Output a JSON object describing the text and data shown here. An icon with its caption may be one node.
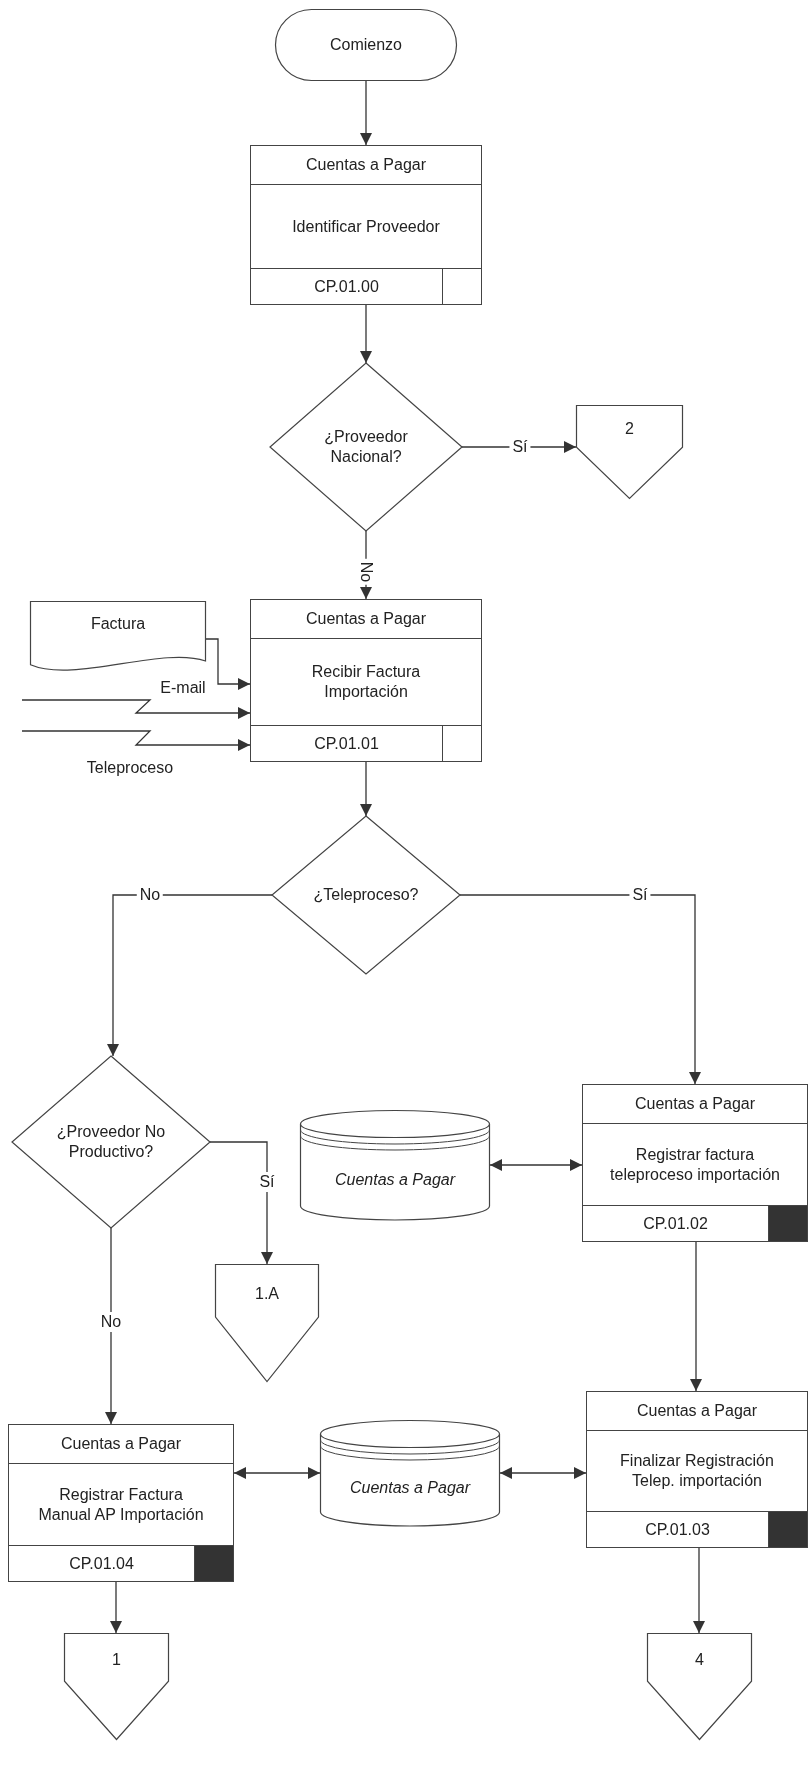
{
  "diagram": {
    "nodes": [
      {
        "text": [
          "Comienzo"
        ]
      },
      {
        "text": [
          "Cuentas a Pagar",
          "Identificar Proveedor",
          "CP.01.00"
        ]
      },
      {
        "text": [
          "¿Proveedor Nacional?"
        ]
      },
      {
        "text": [
          "2"
        ]
      },
      {
        "text": [
          "Factura"
        ]
      },
      {
        "text": [
          "Cuentas a Pagar",
          "Recibir Factura Importación",
          "CP.01.01"
        ]
      },
      {
        "text": [
          "¿Teleproceso?"
        ]
      },
      {
        "text": [
          "¿Proveedor No Productivo?"
        ]
      },
      {
        "text": [
          "Cuentas a Pagar",
          "Registrar factura teleproceso importación",
          "CP.01.02"
        ]
      },
      {
        "text": [
          "Cuentas a Pagar"
        ]
      },
      {
        "text": [
          "1.A"
        ]
      },
      {
        "text": [
          "Cuentas a Pagar",
          "Registrar Factura Manual AP Importación",
          "CP.01.04"
        ]
      },
      {
        "text": [
          "Cuentas a Pagar"
        ]
      },
      {
        "text": [
          "Cuentas a Pagar",
          "Finalizar Registración Telep. importación",
          "CP.01.03"
        ]
      },
      {
        "text": [
          "1"
        ]
      },
      {
        "text": [
          "4"
        ]
      }
    ],
    "edges": [
      {
        "from": 0,
        "to": 1,
        "arrow": "to"
      },
      {
        "from": 1,
        "to": 2,
        "arrow": "to"
      },
      {
        "from": 2,
        "to": 3,
        "arrow": "to",
        "label": "Sí"
      },
      {
        "from": 2,
        "to": 5,
        "arrow": "to",
        "label": "No"
      },
      {
        "from": 4,
        "to": 5,
        "arrow": "to"
      },
      {
        "from": null,
        "to": 5,
        "arrow": "to",
        "label": "E-mail"
      },
      {
        "from": null,
        "to": 5,
        "arrow": "to",
        "label": "Teleproceso"
      },
      {
        "from": 5,
        "to": 6,
        "arrow": "to"
      },
      {
        "from": 6,
        "to": 7,
        "arrow": "to",
        "label": "No"
      },
      {
        "from": 6,
        "to": 8,
        "arrow": "to",
        "label": "Sí"
      },
      {
        "from": 7,
        "to": 10,
        "arrow": "to",
        "label": "Sí"
      },
      {
        "from": 7,
        "to": 11,
        "arrow": "to",
        "label": "No"
      },
      {
        "from": 8,
        "to": 9,
        "arrow": "both"
      },
      {
        "from": 11,
        "to": 12,
        "arrow": "both"
      },
      {
        "from": 12,
        "to": 13,
        "arrow": "both"
      },
      {
        "from": 8,
        "to": 13,
        "arrow": "to"
      },
      {
        "from": 11,
        "to": 14,
        "arrow": "to"
      },
      {
        "from": 13,
        "to": 15,
        "arrow": "to"
      }
    ]
  }
}
